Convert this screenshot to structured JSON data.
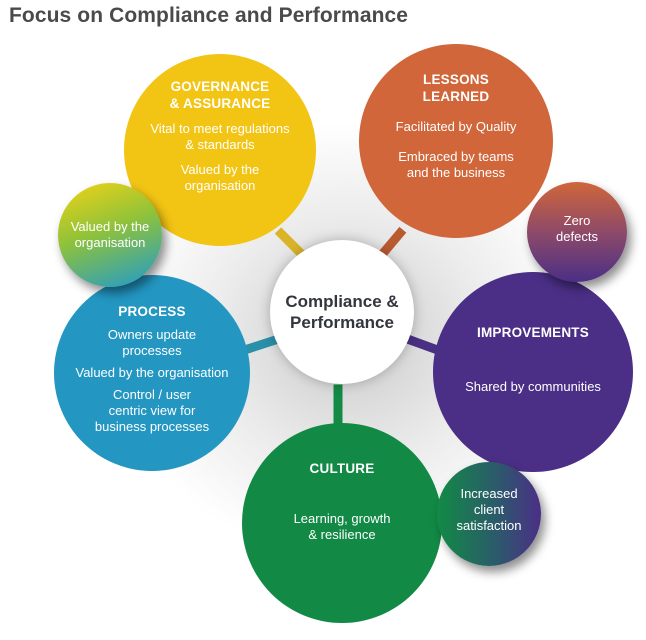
{
  "title": "Focus on Compliance and Performance",
  "center": {
    "lines": [
      "Compliance &",
      "Performance"
    ],
    "color": "#ffffff",
    "text_color": "#33363d"
  },
  "nodes": {
    "governance": {
      "heading": [
        "GOVERNANCE",
        "& ASSURANCE"
      ],
      "groups": [
        [
          "Vital to meet regulations",
          "& standards"
        ],
        [
          "Valued by the",
          "organisation"
        ]
      ],
      "color": "#f2c414"
    },
    "lessons": {
      "heading": [
        "LESSONS",
        "LEARNED"
      ],
      "groups": [
        [
          "Facilitated by Quality"
        ],
        [
          "Embraced by teams",
          "and the business"
        ]
      ],
      "color": "#d0663a"
    },
    "process": {
      "heading": [
        "PROCESS"
      ],
      "groups": [
        [
          "Owners update",
          "processes"
        ],
        [
          "Valued by the organisation"
        ],
        [
          "Control / user",
          "centric view for",
          "business processes"
        ]
      ],
      "color": "#2396c2"
    },
    "improvements": {
      "heading": [
        "IMPROVEMENTS"
      ],
      "groups": [
        [
          "Shared by communities"
        ]
      ],
      "color": "#4b2f86"
    },
    "culture": {
      "heading": [
        "CULTURE"
      ],
      "groups": [
        [
          "Learning, growth",
          "& resilience"
        ]
      ],
      "color": "#128a45"
    }
  },
  "outcomes": {
    "valued": {
      "lines": [
        "Valued by the",
        "organisation"
      ],
      "gradient": [
        "#f2d414",
        "#1e9ad0"
      ]
    },
    "zero_defects": {
      "lines": [
        "Zero",
        "defects"
      ],
      "gradient": [
        "#d0663a",
        "#4b2f86"
      ]
    },
    "client_satisfaction": {
      "lines": [
        "Increased",
        "client",
        "satisfaction"
      ],
      "gradient": [
        "#128a45",
        "#4b2f86"
      ]
    }
  }
}
